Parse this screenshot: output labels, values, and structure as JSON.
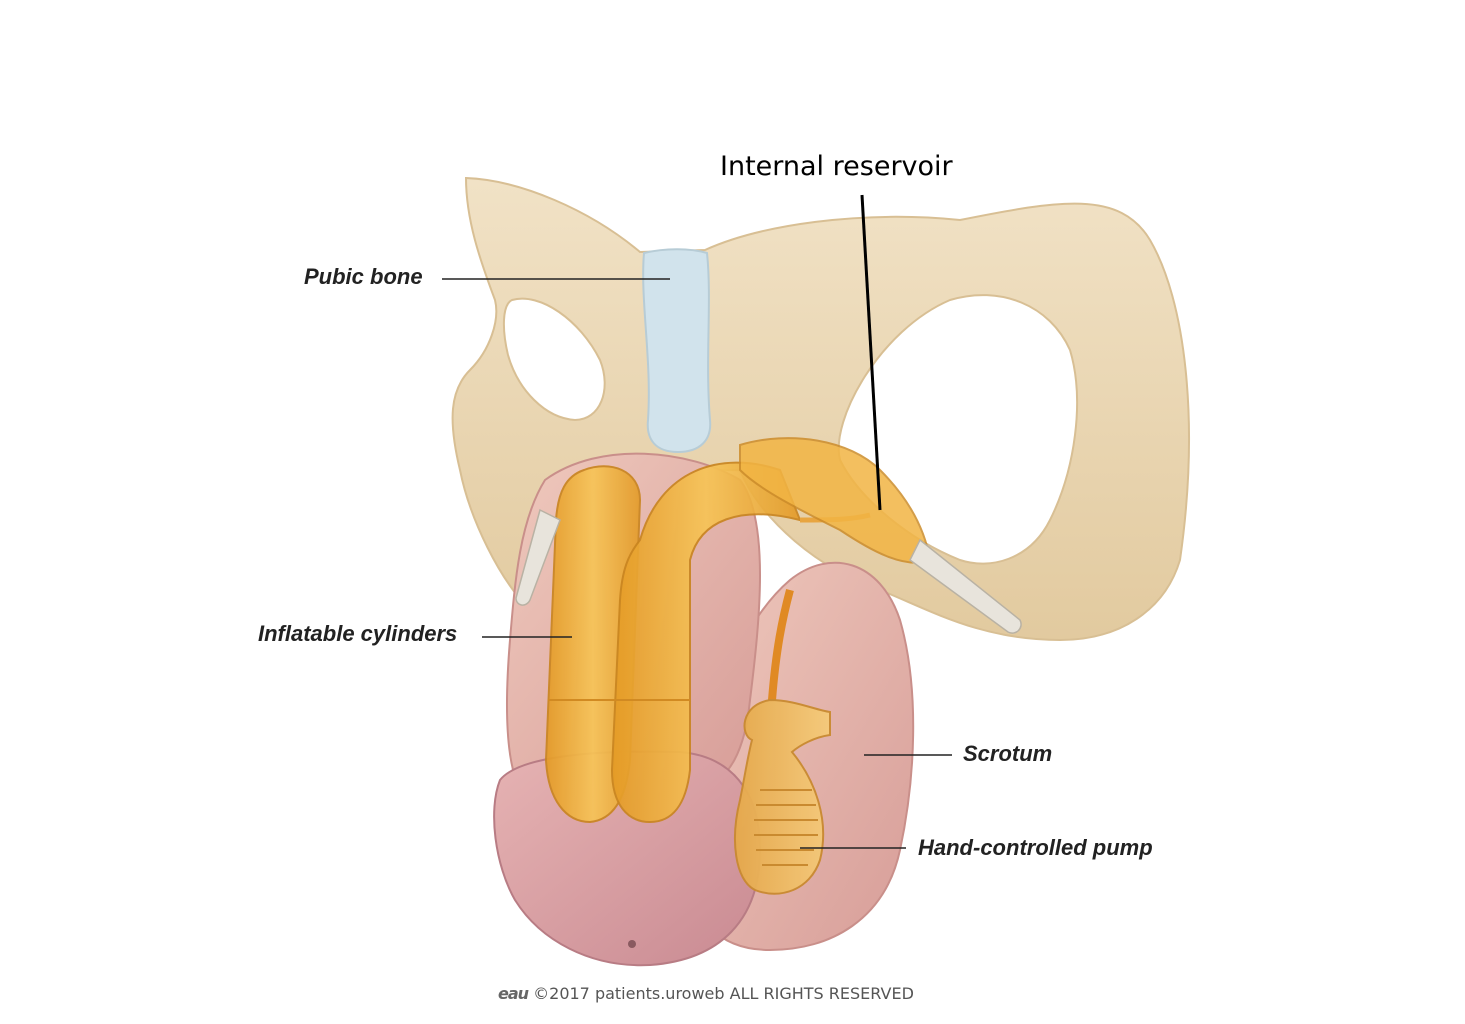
{
  "labels": {
    "internal_reservoir": "Internal reservoir",
    "pubic_bone": "Pubic bone",
    "inflatable_cylinders": "Inflatable cylinders",
    "scrotum": "Scrotum",
    "hand_controlled_pump": "Hand-controlled pump"
  },
  "footer": {
    "logo": "eau",
    "copyright": "©2017 patients.uroweb ALL RIGHTS RESERVED"
  },
  "colors": {
    "bone": "#ecd9b8",
    "cartilage": "#cfe1ea",
    "skin": "#e3b0a8",
    "implant": "#f2b544",
    "leader_line": "#222222"
  }
}
